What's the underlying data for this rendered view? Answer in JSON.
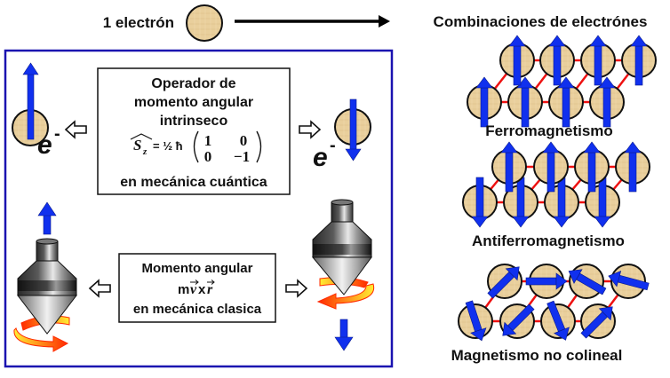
{
  "header": {
    "single_label": "1 electrón",
    "combinations_title": "Combinaciones de electrónes"
  },
  "quantum_box": {
    "line1": "Operador de",
    "line2": "momento angular",
    "line3": "intrinseco",
    "operator_symbol": "S",
    "operator_subscript": "z",
    "equals": "= ½ ħ",
    "matrix": [
      [
        "1",
        "0"
      ],
      [
        "0",
        "−1"
      ]
    ],
    "line5": "en mecánica cuántica"
  },
  "classical_box": {
    "line1": "Momento angular",
    "formula_m": "m",
    "formula_v": "v",
    "formula_x": "x",
    "formula_r": "r",
    "line3": "en mecánica clasica"
  },
  "electron_label": "e",
  "electron_charge": "-",
  "spin_states": {
    "left": "up",
    "right": "down"
  },
  "lattices": [
    {
      "name": "Ferromagnetismo",
      "top_row_angles_deg": [
        -90,
        -90,
        -90,
        -90
      ],
      "bottom_row_angles_deg": [
        -90,
        -90,
        -90,
        -90
      ]
    },
    {
      "name": "Antiferromagnetismo",
      "top_row_angles_deg": [
        -90,
        -90,
        -90,
        -90
      ],
      "bottom_row_angles_deg": [
        90,
        90,
        90,
        90
      ]
    },
    {
      "name": "Magnetismo no colineal",
      "top_row_angles_deg": [
        -45,
        0,
        -150,
        -165
      ],
      "bottom_row_angles_deg": [
        72,
        135,
        68,
        -45
      ]
    }
  ],
  "colors": {
    "frame_blue": "#1a12b0",
    "spin_arrow_blue": "#1030ee",
    "electron_fill": "#e9cf9c",
    "bond_red": "#ee1111",
    "rotation_red": "#ff2a00",
    "rotation_yellow": "#ffee33"
  }
}
